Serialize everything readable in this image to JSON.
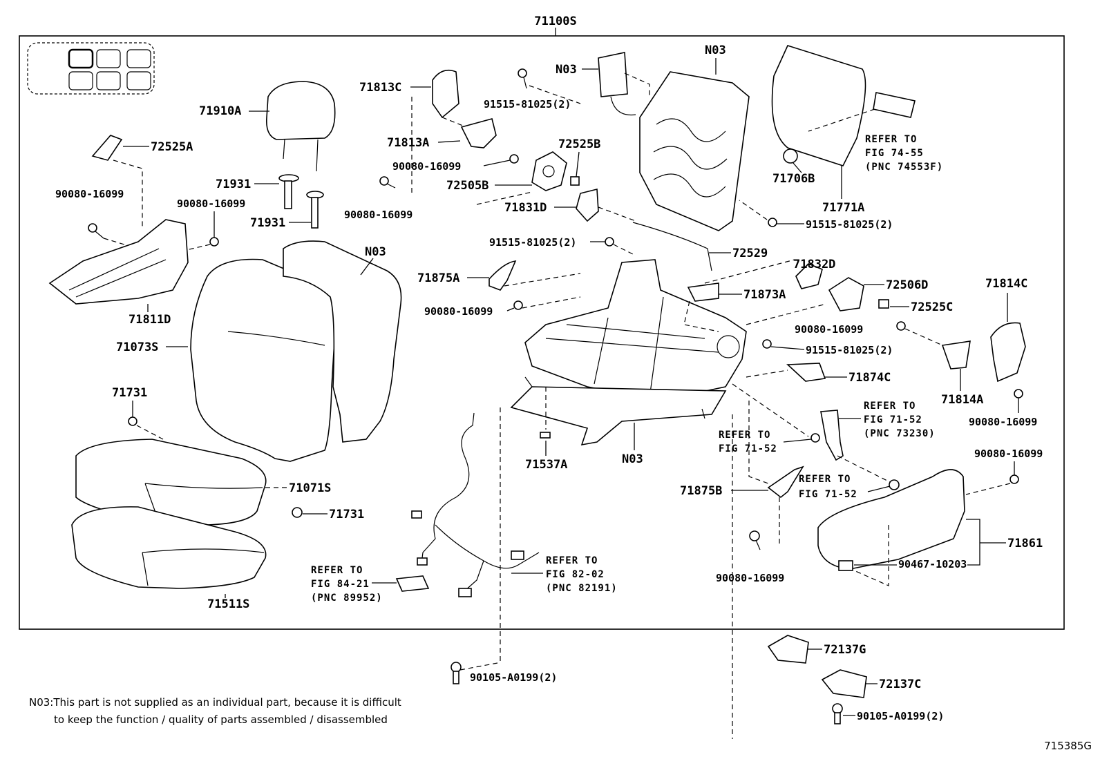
{
  "assembly_label": "71100S",
  "labels": {
    "hr_71910A": "71910A",
    "hr_72525A": "72525A",
    "hr_90080_a": "90080-16099",
    "hr_71931_a": "71931",
    "hr_90080_b": "90080-16099",
    "hr_71931_b": "71931",
    "hr_71811D": "71811D",
    "hr_71073S": "71073S",
    "hr_N03_back": "N03",
    "hr_71731_a": "71731",
    "hr_71071S": "71071S",
    "hr_71731_b": "71731",
    "hr_71511S": "71511S",
    "hr_71813C": "71813C",
    "hr_71813A": "71813A",
    "hr_90080_c": "90080-16099",
    "hr_90080_d": "90080-16099",
    "hr_N03_air": "N03",
    "hr_91515_a": "91515-81025(2)",
    "hr_72525B": "72525B",
    "hr_72505B": "72505B",
    "hr_71831D": "71831D",
    "hr_91515_b": "91515-81025(2)",
    "hr_71875A": "71875A",
    "hr_90080_e": "90080-16099",
    "hr_N03_frame": "N03",
    "hr_71706B": "71706B",
    "hr_71771A": "71771A",
    "hr_91515_c": "91515-81025(2)",
    "hr_72529": "72529",
    "hr_71832D": "71832D",
    "hr_71873A": "71873A",
    "hr_72506D": "72506D",
    "hr_72525C": "72525C",
    "hr_90080_f": "90080-16099",
    "hr_91515_d": "91515-81025(2)",
    "hr_71874C": "71874C",
    "hr_71814C": "71814C",
    "hr_71814A": "71814A",
    "hr_90080_g": "90080-16099",
    "hr_71537A": "71537A",
    "hr_N03_rail": "N03",
    "hr_90080_h": "90080-16099",
    "hr_71875B": "71875B",
    "hr_90080_i": "90080-16099",
    "hr_71861": "71861",
    "hr_90467": "90467-10203",
    "hr_72137G": "72137G",
    "hr_72137C": "72137C",
    "hr_90105_a": "90105-A0199(2)",
    "hr_90105_b": "90105-A0199(2)"
  },
  "refs": {
    "r1": [
      "REFER TO",
      "FIG 74-55",
      "(PNC 74553F)"
    ],
    "r2": [
      "REFER TO",
      "FIG 71-52",
      "(PNC 73230)"
    ],
    "r3": [
      "REFER TO",
      "FIG 71-52"
    ],
    "r4": [
      "REFER TO",
      "FIG 71-52"
    ],
    "r5": [
      "REFER TO",
      "FIG 84-21",
      "(PNC 89952)"
    ],
    "r6": [
      "REFER TO",
      "FIG 82-02",
      "(PNC 82191)"
    ]
  },
  "note": {
    "line1": "N03:This part is not supplied as an individual part, because it is difficult",
    "line2": "to keep the function / quality of parts assembled / disassembled"
  },
  "figure_code": "715385G",
  "locator_icon": "seat-locator-icon"
}
